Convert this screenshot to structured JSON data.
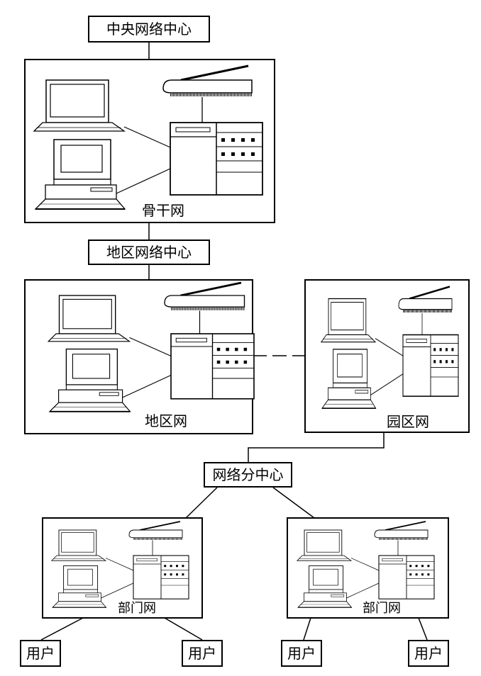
{
  "labels": {
    "central_center": "中央网络中心",
    "regional_center": "地区网络中心",
    "sub_center": "网络分中心",
    "user": "用户"
  },
  "networks": {
    "backbone": "骨干网",
    "regional": "地区网",
    "campus": "园区网",
    "department": "部门网"
  },
  "icons": [
    "monitor-icon",
    "desktop-computer-icon",
    "keyboard-icon",
    "scanner-icon",
    "server-cabinet-icon"
  ]
}
